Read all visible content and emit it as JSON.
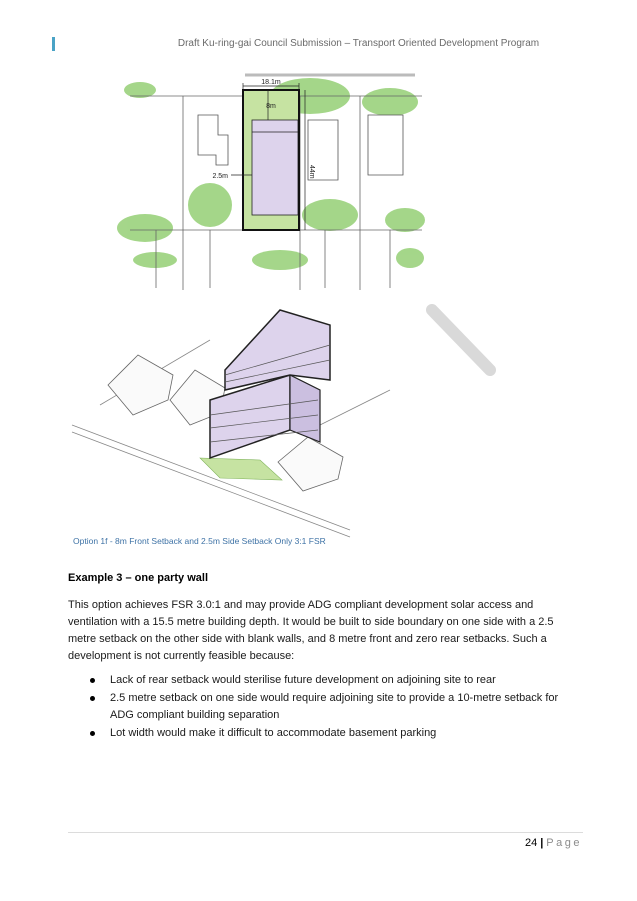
{
  "header": {
    "title": "Draft Ku-ring-gai Council Submission – Transport Oriented Development Program"
  },
  "figure": {
    "plan_labels": {
      "lot_width": "18.1m",
      "front_setback": "8m",
      "side_setback": "2.5m",
      "depth": "44m"
    },
    "colors": {
      "vegetation": "#9bd27d",
      "building": "#ddd3ec",
      "setback_zone": "#c6e3a2",
      "outline": "#222222"
    },
    "caption": "Option 1f - 8m Front Setback and 2.5m Side Setback Only 3:1 FSR"
  },
  "section": {
    "heading": "Example 3 – one party wall",
    "paragraph": "This option achieves FSR 3.0:1 and may provide ADG compliant development solar access and ventilation with a 15.5 metre building depth. It would be built to side boundary on one side with a 2.5 metre setback on the other side with blank walls, and 8 metre front and zero rear setbacks. Such a development is not currently feasible because:",
    "bullets": [
      "Lack of rear setback would sterilise future development on adjoining site to rear",
      "2.5 metre setback on one side would require adjoining site to provide a 10-metre setback for ADG compliant building separation",
      "Lot width would make it difficult to accommodate basement parking"
    ]
  },
  "footer": {
    "page_number": "24",
    "separator": "|",
    "page_word": "Page"
  }
}
